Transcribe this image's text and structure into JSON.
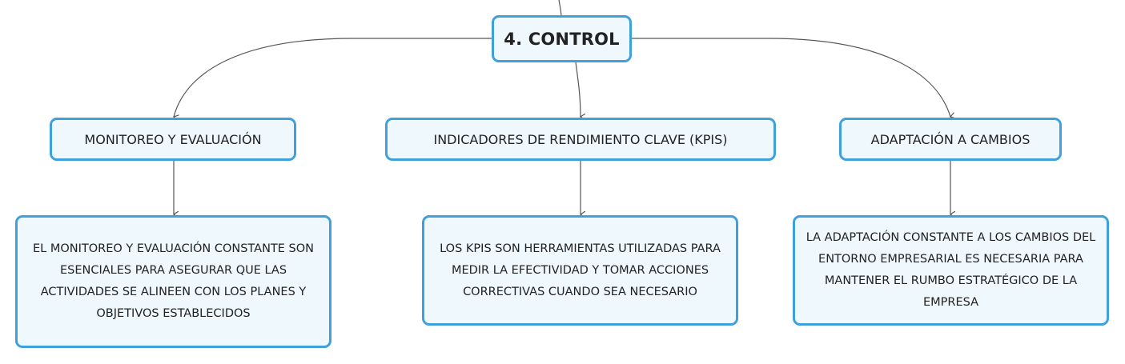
{
  "diagram": {
    "root": {
      "label": "4. CONTROL"
    },
    "branches": [
      {
        "label": "MONITOREO Y EVALUACIÓN",
        "detail": "EL MONITOREO Y EVALUACIÓN CONSTANTE SON ESENCIALES PARA ASEGURAR QUE LAS ACTIVIDADES SE ALINEEN CON LOS PLANES Y OBJETIVOS ESTABLECIDOS"
      },
      {
        "label": "INDICADORES DE RENDIMIENTO CLAVE (KPIS)",
        "detail": "LOS KPIS SON HERRAMIENTAS UTILIZADAS PARA MEDIR LA EFECTIVIDAD Y TOMAR ACCIONES CORRECTIVAS CUANDO SEA NECESARIO"
      },
      {
        "label": "ADAPTACIÓN A CAMBIOS",
        "detail": "LA ADAPTACIÓN CONSTANTE A LOS CAMBIOS DEL ENTORNO EMPRESARIAL ES NECESARIA PARA MANTENER EL RUMBO ESTRATÉGICO DE LA EMPRESA"
      }
    ]
  },
  "colors": {
    "node_border": "#3fa0dc",
    "node_fill": "#eef8fd",
    "connector": "#555555",
    "text": "#222222"
  }
}
